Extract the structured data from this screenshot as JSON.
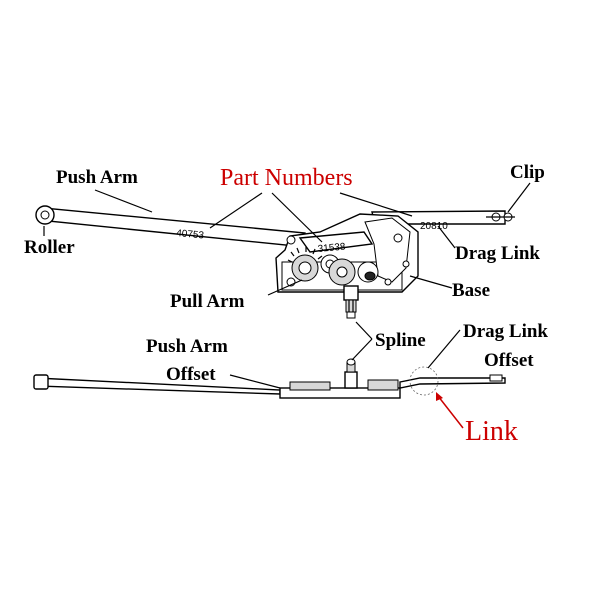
{
  "labels": {
    "push_arm": "Push Arm",
    "part_numbers": "Part Numbers",
    "clip": "Clip",
    "roller": "Roller",
    "drag_link": "Drag Link",
    "base": "Base",
    "pull_arm": "Pull Arm",
    "spline": "Spline",
    "push_arm_offset_line1": "Push Arm",
    "push_arm_offset_line2": "Offset",
    "drag_link_offset_line1": "Drag Link",
    "drag_link_offset_line2": "Offset",
    "link": "Link"
  },
  "part_numbers": {
    "push_arm": "40753",
    "pull_arm": "31538",
    "drag_link": "20810"
  },
  "colors": {
    "label": "#000000",
    "highlight": "#cc0000"
  }
}
